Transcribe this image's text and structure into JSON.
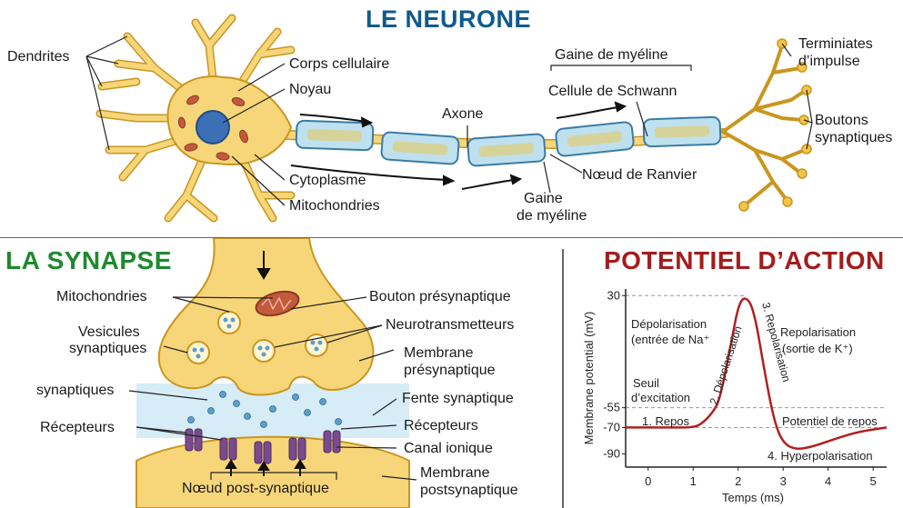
{
  "neuron": {
    "title": "LE NEURONE",
    "labels": {
      "dendrites": "Dendrites",
      "cell_body": "Corps cellulaire",
      "nucleus": "Noyau",
      "cytoplasm": "Cytoplasme",
      "mitochondria": "Mitochondries",
      "axon": "Axone",
      "myelin_sheath_top": "Gaine de myéline",
      "schwann_cell": "Cellule de Schwann",
      "myelin_sheath_bottom_1": "Gaine",
      "myelin_sheath_bottom_2": "de myéline",
      "node_ranvier": "Nœud de Ranvier",
      "terminals_1": "Terminiates",
      "terminals_2": "d’impulse",
      "boutons_1": "Boutons",
      "boutons_2": "synaptiques"
    }
  },
  "synapse": {
    "title": "LA SYNAPSE",
    "labels": {
      "mitochondria": "Mitochondries",
      "vesicles_1": "Vesicules",
      "vesicles_2": "synaptiques",
      "synaptiques": "synaptiques",
      "receptors_left": "Récepteurs",
      "bouton": "Bouton présynaptique",
      "neurotransmitters": "Neurotransmetteurs",
      "presyn_membrane_1": "Membrane",
      "presyn_membrane_2": "présynaptique",
      "cleft": "Fente synaptique",
      "receptors_right": "Récepteurs",
      "ion_channel": "Canal ionique",
      "postsyn_membrane_1": "Membrane",
      "postsyn_membrane_2": "postsynaptique",
      "post_node": "Nœud post-synaptique"
    }
  },
  "colors": {
    "neuron_title": "#0f5a8c",
    "synapse_title": "#1e8a2e",
    "action_title": "#a51c1c",
    "cell_fill": "#f7d67a",
    "cell_stroke": "#c9961f",
    "nucleus": "#3b6fb6",
    "mito": "#c45a3c",
    "myelin": "#bfe0ee",
    "trace": "#b21f1f",
    "cleft": "#d6ecf6",
    "receptor": "#7b4a8e"
  },
  "action_potential": {
    "title": "POTENTIEL D’ACTION",
    "chart_data": {
      "type": "line",
      "title": "POTENTIEL D’ACTION",
      "xlabel": "Temps (ms)",
      "ylabel": "Membrane potential (mV)",
      "xlim": [
        -0.5,
        5.3
      ],
      "ylim": [
        -100,
        35
      ],
      "xticks": [
        0,
        1,
        2,
        3,
        4,
        5
      ],
      "yticks": [
        30,
        -55,
        -70,
        -90
      ],
      "reference_lines": [
        -55,
        -70
      ],
      "series": [
        {
          "x": [
            -0.5,
            0,
            0.5,
            1.0,
            1.2,
            1.45,
            1.6,
            1.85,
            2.0,
            2.15,
            2.35,
            2.6,
            2.8,
            3.0,
            3.3,
            3.7,
            4.2,
            4.7,
            5.3
          ],
          "y": [
            -70,
            -70,
            -70,
            -70,
            -67,
            -58,
            -48,
            -5,
            22,
            30,
            20,
            -30,
            -65,
            -82,
            -87,
            -84,
            -78,
            -73,
            -70
          ]
        }
      ],
      "annotations": {
        "depol_1": "Dépolarisation",
        "depol_2": "(entrée de Na⁺",
        "depol_phase": "2. Dépolarisation",
        "repol_phase": "3. Repolarisation",
        "repol_1": "Repolarisation",
        "repol_2": "(sortie de K⁺)",
        "threshold_1": "Seuil",
        "threshold_2": "d’excitation",
        "rest": "1. Repos",
        "rest_potential": "Potentiel de repos",
        "hyper": "4. Hyperpolarisation"
      }
    }
  }
}
